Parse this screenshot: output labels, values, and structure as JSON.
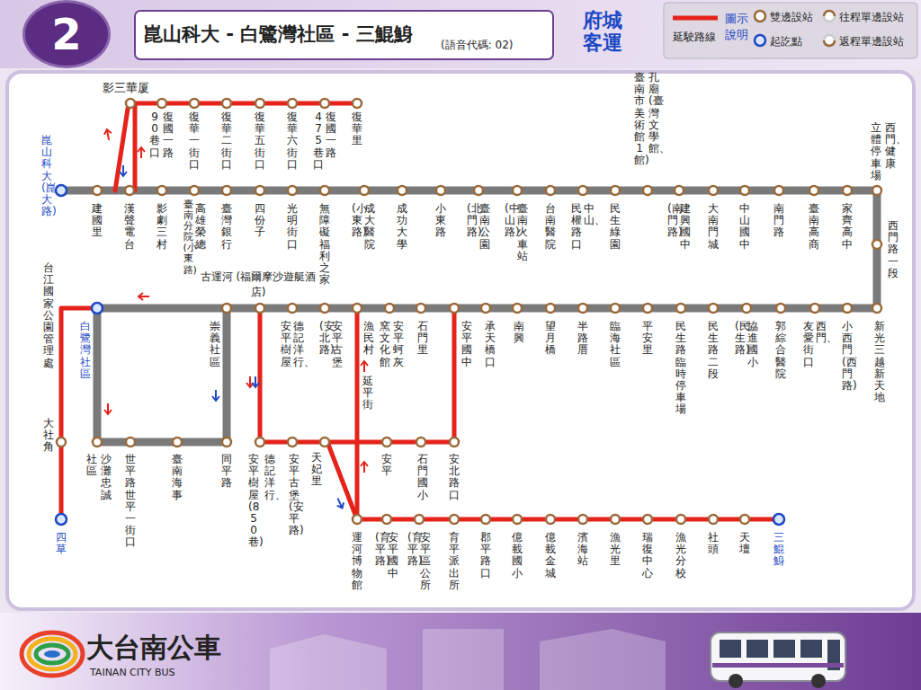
{
  "diagram": {
    "title": "崑山科大 - 白鷺灣社區 - 三鯤鯓",
    "nodes": [
      {
        "text": [
          "2"
        ]
      }
    ],
    "labels": [
      "(語音代碼: 02)",
      "府城客運",
      "圖示說明",
      "影三華厦",
      "崑山科大(崑大路)",
      "建國里",
      "漢聲電台",
      "影劇三村",
      "高雄榮總",
      "臺南分院(小東路)",
      "臺灣銀行",
      "四份子",
      "光明街口",
      "無障礙福利之家",
      "成大醫院",
      "(小東路)",
      "成功大學",
      "小東路",
      "臺南公園",
      "(北門路)",
      "臺南火車站",
      "(中山路)",
      "台南醫院",
      "中山、",
      "民權路口",
      "民生綠園",
      "孔廟(臺灣文學館、",
      "臺南市美術館1館)",
      "建興國中",
      "(南門路)",
      "大南門城",
      "中山國中",
      "南門路",
      "臺南高商",
      "家齊高中",
      "西門、健康",
      "立體停車場",
      "西門路一段",
      "復國一路",
      "90巷口",
      "復華一街口",
      "復華二街口",
      "復華五街口",
      "復華六街口",
      "復國一路",
      "475巷口",
      "復華里",
      "台江國家公園管理處",
      "白鷺灣社區",
      "大社角",
      "四草",
      "古運河 (福爾摩沙遊艇酒店)",
      "崇義社區",
      "德記洋行、",
      "安平樹屋",
      "安平古堡",
      "(安北路)",
      "漁民村",
      "安平蚵灰",
      "窯文化館",
      "石門里",
      "安平國中",
      "承天橋口",
      "南興",
      "望月橋",
      "半路厝",
      "臨海社區",
      "平安里",
      "民生路臨時停車場",
      "民生路二段",
      "協進國小",
      "(民生路)",
      "郭綜合醫院",
      "西門、",
      "友愛街口",
      "小西門(西門路)",
      "新光三越新天地",
      "延平街",
      "沙灘忠誠",
      "社區",
      "世平路世平一街口",
      "臺南海事",
      "同平路",
      "德記洋行、",
      "安平樹屋(850巷)",
      "安平古堡(安平路)",
      "天妃里",
      "安平",
      "石門國小",
      "安北路口",
      "運河博物館",
      "安平國中",
      "(育平路)",
      "安平區公所",
      "(育平路)",
      "育平派出所",
      "郡平路口",
      "億載國小",
      "億載金城",
      "濱海站",
      "漁光里",
      "瑞復中心",
      "漁光分校",
      "社頭",
      "天壇",
      "三鯤鯓",
      "大台南公車",
      "TAINAN CITY BUS"
    ],
    "legend": [
      {
        "text": "延駛路線"
      },
      {
        "text": "雙邊設站"
      },
      {
        "text": "起訖點"
      },
      {
        "text": "往程單邊設站"
      },
      {
        "text": "返程單邊設站"
      }
    ]
  }
}
